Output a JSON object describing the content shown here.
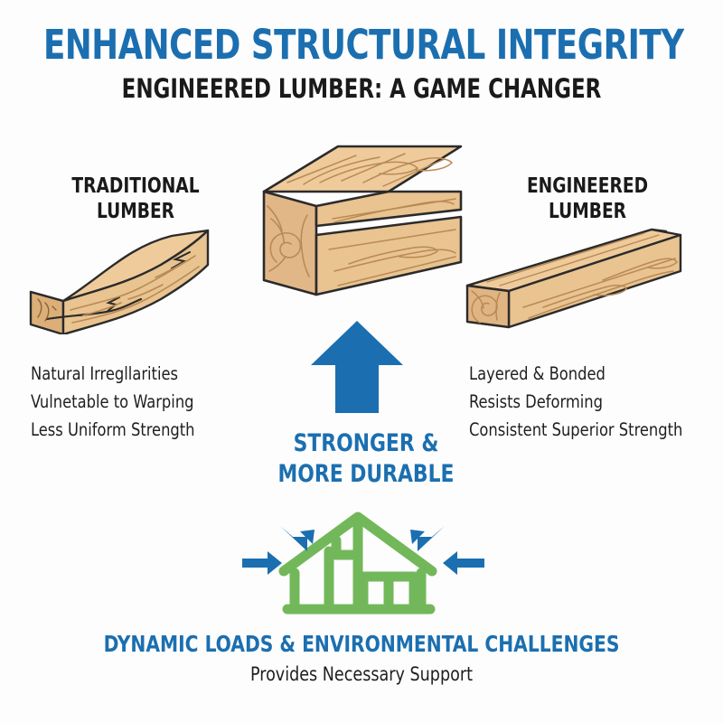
{
  "header": {
    "title": "ENHANCED STRUCTURAL INTEGRITY",
    "subtitle": "ENGINEERED LUMBER: A GAME CHANGER"
  },
  "columns": {
    "left": {
      "heading_line1": "TRADITIONAL",
      "heading_line2": "LUMBER",
      "features": [
        "Natural Irregllarities",
        "Vulnetable to Warping",
        "Less Uniform Strength"
      ]
    },
    "right": {
      "heading_line1": "ENGINEERED",
      "heading_line2": "LUMBER",
      "features": [
        "Layered & Bonded",
        "Resists Deforming",
        "Consistent Superior Strength"
      ]
    }
  },
  "callout": {
    "line1": "STRONGER &",
    "line2": "MORE DURABLE"
  },
  "footer": {
    "title": "DYNAMIC LOADS & ENVIRONMENTAL CHALLENGES",
    "subtitle": "Provides Necessary Support"
  },
  "icons": {
    "center_beam": "engineered-lumber-beam-isometric",
    "left_beam": "warped-lumber-board",
    "right_beam": "straight-lumber-beam",
    "up_arrow": "up-arrow",
    "house": "house-frame",
    "load_arrows": "inward-load-arrows"
  },
  "colors": {
    "background": "#fdfdfd",
    "accent_blue": "#1B6FB0",
    "accent_green": "#72B85A",
    "text_dark": "#1a1a1a",
    "wood_light": "#EFCB9B",
    "wood_mid": "#E5BE8C",
    "wood_dark": "#DCAF79",
    "wood_outline": "#2b2b2b",
    "wood_grain": "#B88A55"
  }
}
